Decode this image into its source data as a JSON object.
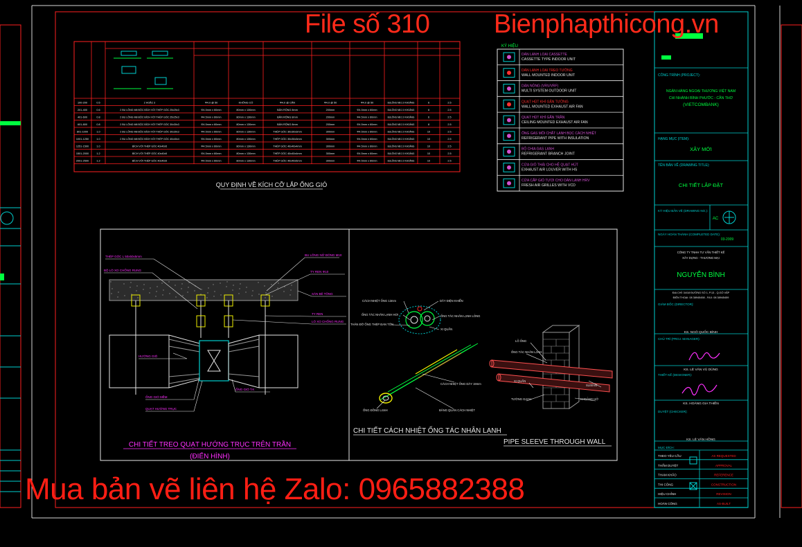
{
  "overlay": {
    "file_no": "File số 310",
    "website": "Bienphapthicong.vn",
    "buy_contact": "Mua bản vẽ liên hệ Zalo: 0965882388"
  },
  "table": {
    "caption": "QUY ĐỊNH VỀ KÍCH CỠ LẮP ỐNG GIÓ",
    "rows": [
      {
        "size": "100-200",
        "thick": "0.5",
        "hanger": "2 HOẶC 3",
        "c1": "Φ4.0 @ 50",
        "c2": "KHÔNG CÓ",
        "c3": "Φ4.0 @ CÂN",
        "c4": "Φ4.0 @ 50",
        "c5": "Φ4.0 @ 50",
        "c6": "BULÔNG M8 2.0 KHOẢNG",
        "n": "6",
        "s": "2.5"
      },
      {
        "size": "201-400",
        "thick": "0.6",
        "hanger": "2 BU LÔNG M8 ĐỘC BÍCH VỚI THÉP GÓC 25x25x3",
        "c1": "Φ4.5mm x 60mm",
        "c2": "80mm x 130mm",
        "c3": "BẢN RỘNG 8mm",
        "c4": "200mm",
        "c5": "Φ4.5mm x 60mm",
        "c6": "BULÔNG M8 2.0 KHOẢNG",
        "n": "6",
        "s": "2.5"
      },
      {
        "size": "401-600",
        "thick": "0.8",
        "hanger": "2 BU LÔNG M8 ĐỘC BÍCH VỚI THÉP GÓC 25x25x3",
        "c1": "Φ4.5mm x 60mm",
        "c2": "80mm x 130mm",
        "c3": "BẢN RỘNG 8mm",
        "c4": "200mm",
        "c5": "Φ4.5mm x 60mm",
        "c6": "BULÔNG M8 2.0 KHOẢNG",
        "n": "6",
        "s": "2.5"
      },
      {
        "size": "601-800",
        "thick": "0.8",
        "hanger": "2 BU LÔNG M8 ĐỘC BÍCH VỚI THÉP GÓC 30x30x3",
        "c1": "Φ4.5mm x 60mm",
        "c2": "80mm x 130mm",
        "c3": "BẢN RỘNG 8mm",
        "c4": "200mm",
        "c5": "Φ4.5mm x 60mm",
        "c6": "BULÔNG M8 2.0 KHOẢNG",
        "n": "8",
        "s": "2.5"
      },
      {
        "size": "801-1000",
        "thick": "1.0",
        "hanger": "2 BU LÔNG M8 ĐỘC BÍCH VỚI THÉP GÓC 30x30x3",
        "c1": "Φ4.5mm x 60mm",
        "c2": "80mm x 130mm",
        "c3": "THÉP GÓC 30x30x3mm",
        "c4": "300mm",
        "c5": "Φ4.5mm x 60mm",
        "c6": "BULÔNG M8 2.0 KHOẢNG",
        "n": "10",
        "s": "2.5"
      },
      {
        "size": "1001-1250",
        "thick": "1.0",
        "hanger": "2 BU LÔNG M8 ĐỘC BÍCH VỚI THÉP GÓC 40x40x4",
        "c1": "Φ4.5mm x 60mm",
        "c2": "80mm x 130mm",
        "c3": "THÉP GÓC 30x30x3mm",
        "c4": "300mm",
        "c5": "Φ4.5mm x 60mm",
        "c6": "BULÔNG M8 2.0 KHOẢNG",
        "n": "10",
        "s": "2.5"
      },
      {
        "size": "1251-1500",
        "thick": "1.0",
        "hanger": "BÍCH VỚI THÉP GÓC 40x40x5",
        "c1": "Φ4.5mm x 60mm",
        "c2": "80mm x 130mm",
        "c3": "THÉP GÓC 40x40x4mm",
        "c4": "300mm",
        "c5": "Φ4.5mm x 60mm",
        "c6": "BULÔNG M8 2.0 KHOẢNG",
        "n": "10",
        "s": "2.5"
      },
      {
        "size": "1501-2000",
        "thick": "1.2",
        "hanger": "BÍCH VỚI THÉP GÓC 40x40x5",
        "c1": "Φ4.5mm x 60mm",
        "c2": "80mm x 130mm",
        "c3": "THÉP GÓC 40x40x4mm",
        "c4": "300mm",
        "c5": "Φ4.5mm x 60mm",
        "c6": "BULÔNG M8 2.0 KHOẢNG",
        "n": "10",
        "s": "2.5"
      },
      {
        "size": "2001-2500",
        "thick": "1.2",
        "hanger": "BÍCH VỚI THÉP GÓC 40x40x5",
        "c1": "Φ4.5mm x 60mm",
        "c2": "80mm x 130mm",
        "c3": "THÉP GÓC 40x40x5mm",
        "c4": "300mm",
        "c5": "Φ4.5mm x 60mm",
        "c6": "BULÔNG M8 2.0 KHOẢNG",
        "n": "10",
        "s": "2.5"
      }
    ]
  },
  "legend": {
    "title": "KÝ HIỆU",
    "items": [
      {
        "vn": "DÀN LẠNH LOẠI CASSETTE",
        "en": "CASSETTE TYPE INDOOR UNIT",
        "color": "#d050d0"
      },
      {
        "vn": "DÀN LẠNH LOẠI TREO TƯỜNG",
        "en": "WALL MOUNTED INDOOR UNIT",
        "color": "#ff3030"
      },
      {
        "vn": "DÀN NÓNG (VRV/VRF)",
        "en": "MULTI SYSTEM OUTDOOR UNIT",
        "color": "#d050d0"
      },
      {
        "vn": "QUẠT HÚT KHÍ GẮN TƯỜNG",
        "en": "WALL MOUNTED EXHAUST AIR FAN",
        "color": "#ff3030"
      },
      {
        "vn": "QUẠT HÚT KHÍ GẮN TRẦN",
        "en": "CEILING MOUNTED EXHAUST AIR FAN",
        "color": "#d050d0"
      },
      {
        "vn": "ỐNG GAS MÔI CHẤT LẠNH BỌC CÁCH NHIỆT",
        "en": "REFRIGERANT PIPE WITH INSULATION",
        "color": "#d050d0"
      },
      {
        "vn": "BỘ CHIA GAS LẠNH",
        "en": "REFRIGERANT BRANCH JOINT",
        "color": "#d050d0"
      },
      {
        "vn": "CỬA GIÓ THẢI CHO HỆ QUẠT HÚT",
        "en": "EXHAUST AIR LOUVER WITH HS",
        "color": "#d050d0"
      },
      {
        "vn": "CỬA CẤP GIÓ TƯƠI CHO DÀN LẠNH HRV",
        "en": "FRESH AIR GRILLES WITH VCD",
        "color": "#d050d0"
      }
    ]
  },
  "titleblock": {
    "project_label": "CÔNG TRÌNH (PROJECT):",
    "project": [
      "NGÂN HÀNG NGOẠI THƯƠNG VIỆT NAM",
      "CHI NHÁNH BÌNH PHƯỚC - CẦN THƠ",
      "(VIETCOMBANK)"
    ],
    "category_label": "HẠNG MỤC (ITEM):",
    "category": "XÂY MỚI",
    "drawing_label": "TÊN BẢN VẼ (DRAWING TITLE):",
    "drawing": "CHI TIẾT LẮP ĐẶT",
    "sheet_label": "KÝ HIỆU BẢN VẼ (DRAWING NO.):",
    "sheet_no": "AC",
    "date_label": "NGÀY HOÀN THÀNH (COMPLETED DATE):",
    "date": "03-2009",
    "company_lines": [
      "CÔNG TY TNHH TƯ VẤN THIẾT KẾ",
      "XÂY DỰNG - THƯƠNG MẠI"
    ],
    "company": "NGUYỄN BÌNH",
    "address_lines": [
      "ĐỊA CHỈ: 34/18 ĐƯỜNG SỐ 1, P.13 - Q.GÒ VẤP",
      "ĐIỆN THOẠI: 08 38945458 - FAX: 08 38945459"
    ],
    "director_label": "GIÁM ĐỐC (DIRECTOR):",
    "director": "KS. NGÔ QUỐC BÌNH",
    "manager_label": "CHỦ TRÌ (PROJ. MANAGER):",
    "manager": "KS. LÊ VĂN VŨ DŨNG",
    "designer_label": "THIẾT KẾ (DESIGNER):",
    "designer": "KS. HOÀNG GIA THIỀN",
    "checker_label": "DUYỆT (CHECKER):",
    "checker": "KS. LÊ VĂN HỒNG",
    "status_label": "MỤC ĐÍCH:",
    "status": [
      {
        "vn": "THEO YÊU CẦU",
        "en": "AS REQUESTED"
      },
      {
        "vn": "THẨM DUYỆT",
        "en": "APPROVAL"
      },
      {
        "vn": "THAM KHẢO",
        "en": "REFERENCE"
      },
      {
        "vn": "THI CÔNG",
        "en": "CONSTRUCTION"
      },
      {
        "vn": "HIỆU CHỈNH",
        "en": "REVISION"
      },
      {
        "vn": "HOÀN CÔNG",
        "en": "AS-BUILT"
      }
    ]
  },
  "detail1": {
    "title": "CHI TIẾT TREO QUẠT HƯỚNG TRỤC TRÊN TRẦN",
    "subtitle": "(ĐIỂN HÌNH)",
    "left_labels": [
      "THÉP GÓC L 50x50x5mm",
      "BỘ LÒ XO CHỐNG RUNG",
      "HƯỚNG GIÓ",
      "ỐNG GIÓ MỀM",
      "QUẠT HƯỚNG TRỤC"
    ],
    "right_labels": [
      "BU LÔNG NỞ ĐÓNG M10",
      "TY REN Φ10",
      "SÀN BÊ TÔNG",
      "TY REN",
      "LÒ XO CHỐNG RUNG",
      "ỐNG GIÓ T.K"
    ]
  },
  "detail2": {
    "title": "CHI TIẾT CÁCH NHIỆT ỐNG TÁC NHÂN LẠNH",
    "labels_top": [
      "CÁCH NHIỆT ỐNG 13mm",
      "DÂY ĐIỆN KHIỂN",
      "ỐNG TÁC NHÂN LẠNH HƠI",
      "ỐNG TÁC NHÂN LẠNH LỎNG",
      "THÂN ĐỠ ỐNG THÉP ĐAN TÔN",
      "XI QUẤN"
    ],
    "labels_bottom": [
      "CÁCH NHIỆT ỐNG DÀY 19mm",
      "ỐNG ĐỒNG LẠNH",
      "BĂNG QUẤN CÁCH NHIỆT"
    ]
  },
  "detail3": {
    "title": "PIPE SLEEVE THROUGH WALL",
    "labels": [
      "LỖ ỐNG",
      "ỐNG TÁC NHÂN LẠNH",
      "XI QUẤN",
      "SLEEVE",
      "TƯỜNG GẠCH",
      "KHOẢNG HỞ"
    ]
  },
  "colors": {
    "frame": "#ff2020",
    "white": "#e8e8e8",
    "green": "#00ff40",
    "cyan": "#00d0d0",
    "magenta": "#ff30ff",
    "yellow": "#f0f000",
    "red": "#ff2020",
    "grey": "#9a9a9a",
    "blue": "#3040ff"
  }
}
